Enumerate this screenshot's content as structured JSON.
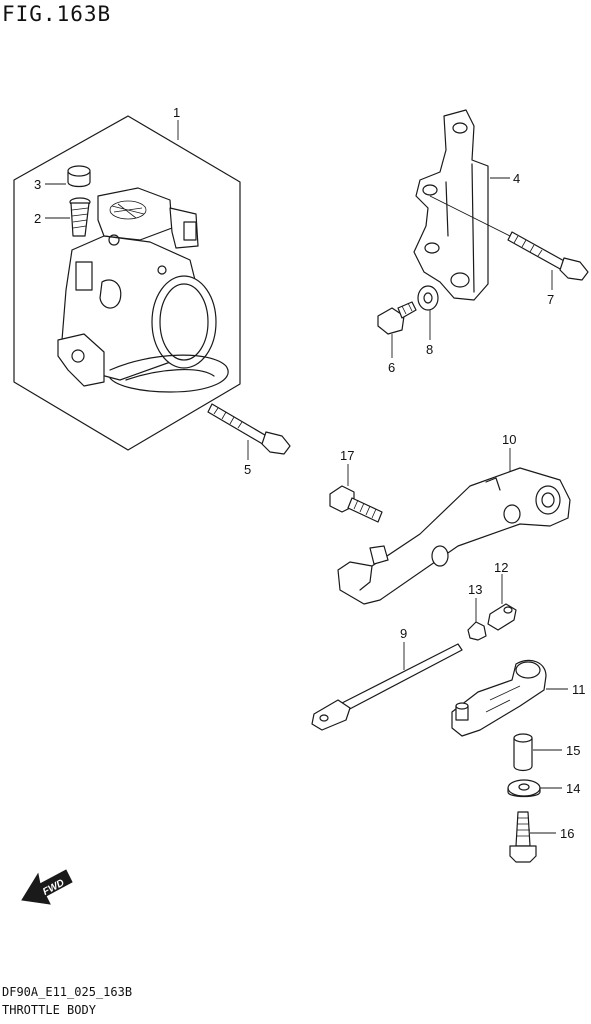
{
  "figure": {
    "title": "FIG.163B",
    "code": "DF90A_E11_025_163B",
    "name": "THROTTLE BODY"
  },
  "callouts": [
    "1",
    "2",
    "3",
    "4",
    "5",
    "6",
    "7",
    "8",
    "9",
    "10",
    "11",
    "12",
    "13",
    "14",
    "15",
    "16",
    "17"
  ],
  "direction_arrow": {
    "label": "FWD",
    "icon": "forward-arrow-icon"
  }
}
